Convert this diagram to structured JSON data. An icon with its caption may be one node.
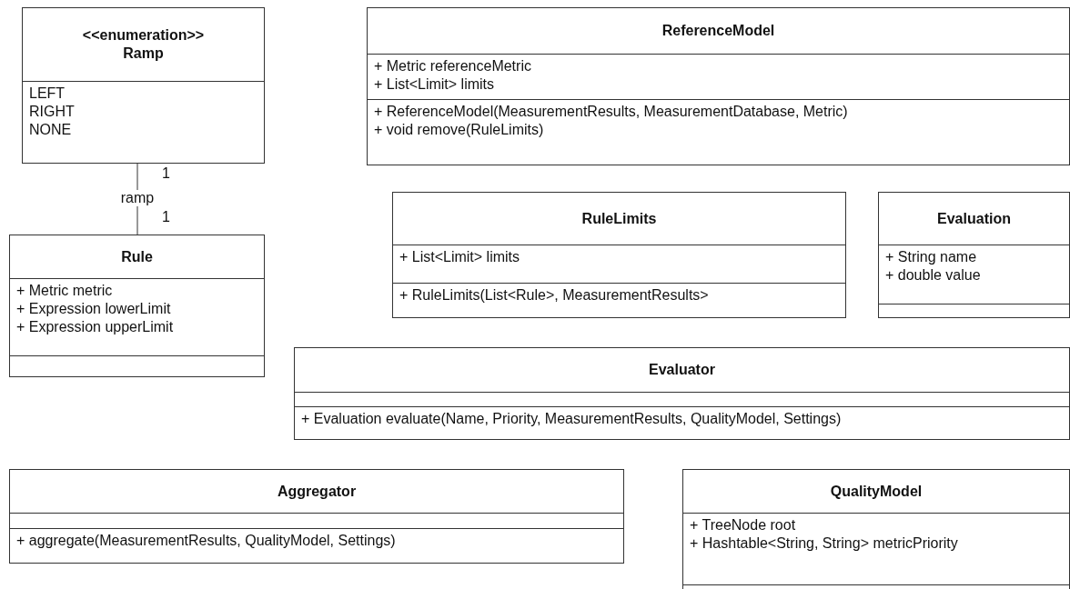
{
  "diagram": {
    "nodes": [
      {
        "text": [
          "<<enumeration>>",
          "Ramp"
        ]
      },
      {
        "text": [
          "LEFT",
          "RIGHT",
          "NONE"
        ],
        "in": 0
      },
      {
        "text": [
          "Rule"
        ]
      },
      {
        "text": [
          "+ Metric metric",
          "+ Expression lowerLimit",
          "+ Expression upperLimit"
        ],
        "in": 2
      },
      {
        "text": [],
        "shape": "box",
        "in": 2
      },
      {
        "text": [
          "ReferenceModel"
        ]
      },
      {
        "text": [
          "+ Metric referenceMetric",
          "+ List<Limit> limits"
        ],
        "in": 5
      },
      {
        "text": [
          "+ ReferenceModel(MeasurementResults, MeasurementDatabase, Metric)",
          "+ void remove(RuleLimits)"
        ],
        "in": 5
      },
      {
        "text": [
          "RuleLimits"
        ]
      },
      {
        "text": [
          "+ List<Limit> limits"
        ],
        "in": 8
      },
      {
        "text": [
          "+ RuleLimits(List<Rule>, MeasurementResults>"
        ],
        "in": 8
      },
      {
        "text": [
          "Evaluation"
        ]
      },
      {
        "text": [
          "+ String name",
          "+ double value"
        ],
        "in": 11
      },
      {
        "text": [],
        "shape": "box",
        "in": 11
      },
      {
        "text": [
          "Evaluator"
        ]
      },
      {
        "text": [],
        "shape": "box",
        "in": 14
      },
      {
        "text": [
          "+ Evaluation evaluate(Name, Priority, MeasurementResults, QualityModel, Settings)"
        ],
        "in": 14
      },
      {
        "text": [
          "Aggregator"
        ]
      },
      {
        "text": [],
        "shape": "box",
        "in": 17
      },
      {
        "text": [
          "+ aggregate(MeasurementResults, QualityModel, Settings)"
        ],
        "in": 17
      },
      {
        "text": [
          "QualityModel"
        ]
      },
      {
        "text": [
          "+ TreeNode root",
          "+ Hashtable<String, String> metricPriority"
        ],
        "in": 20
      },
      {
        "text": [],
        "shape": "box",
        "in": 20
      }
    ],
    "edges": [
      {
        "from": 0,
        "to": 2,
        "arrow": "none",
        "label": "ramp"
      }
    ],
    "labels": [
      "1",
      "1"
    ]
  }
}
